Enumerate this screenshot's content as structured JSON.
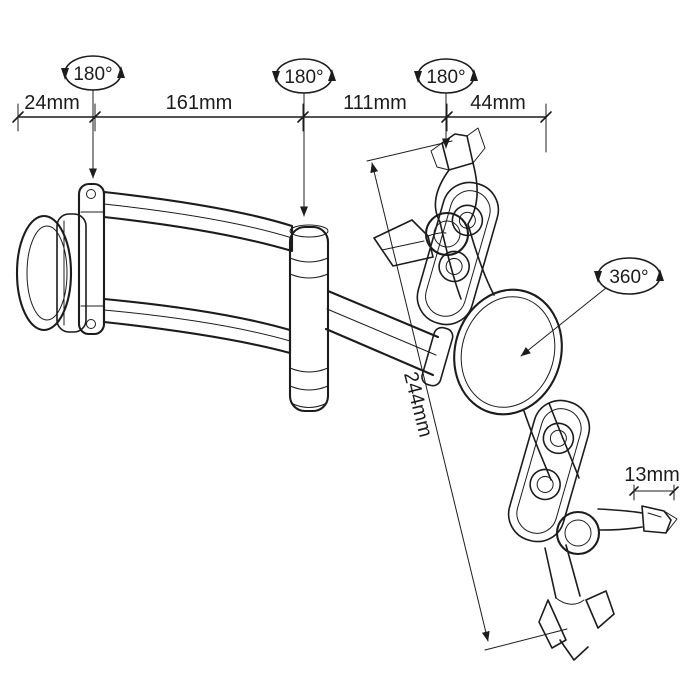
{
  "diagram": {
    "colors": {
      "line": "#1c1c1c",
      "background": "#ffffff"
    },
    "dimensions": {
      "wall_offset": "24mm",
      "arm1_length": "161mm",
      "arm2_length": "111mm",
      "head_offset": "44mm",
      "holder_length": "244mm",
      "clamp_width": "13mm"
    },
    "rotations": {
      "joint1": "180°",
      "joint2": "180°",
      "joint3": "180°",
      "head": "360°"
    }
  }
}
